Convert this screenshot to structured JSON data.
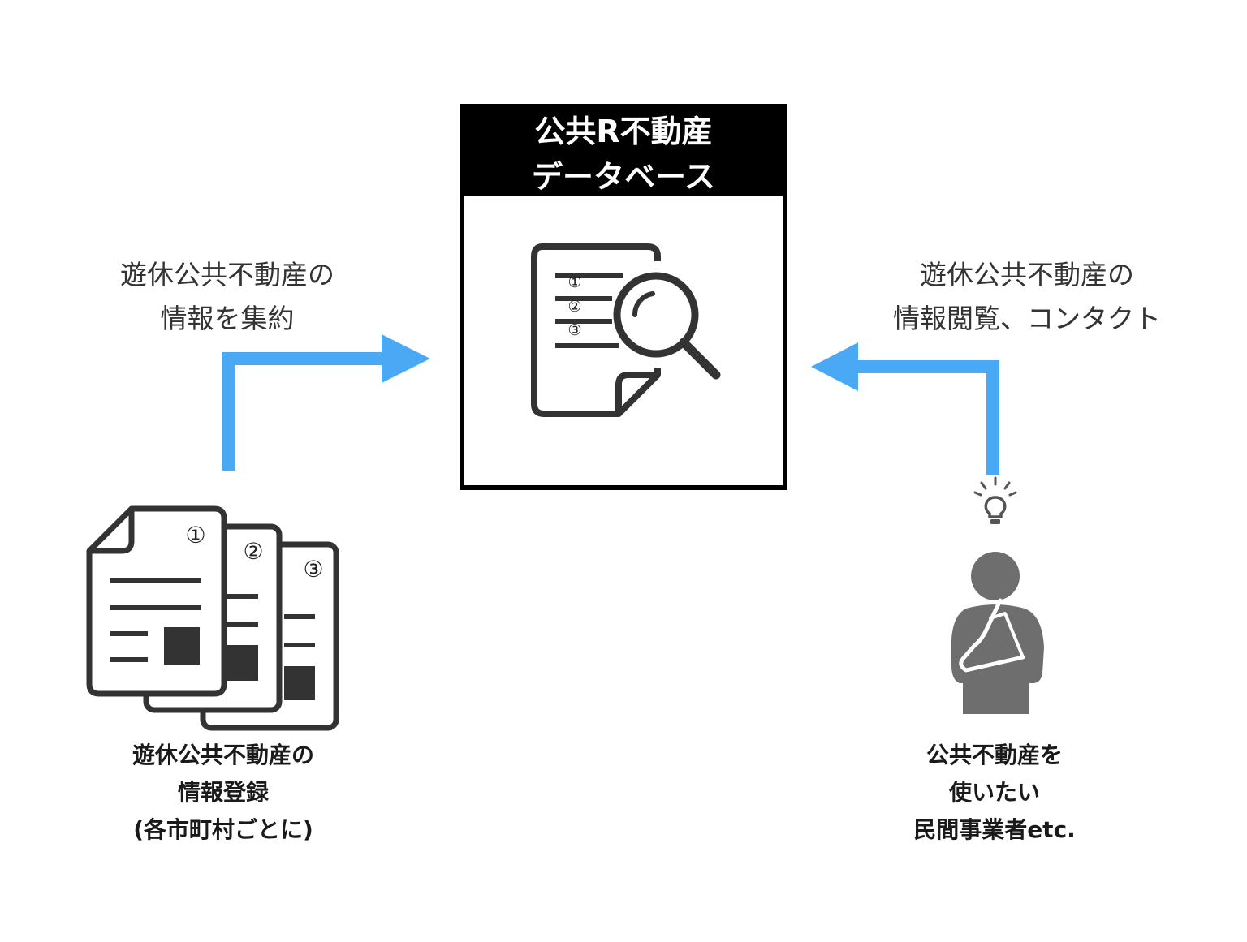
{
  "database": {
    "title_line1": "公共R不動産",
    "title_line2": "データベース",
    "doc_markers": [
      "①",
      "②",
      "③"
    ]
  },
  "left_arrow_caption": {
    "line1": "遊休公共不動産の",
    "line2": "情報を集約"
  },
  "right_arrow_caption": {
    "line1": "遊休公共不動産の",
    "line2": "情報閲覧、コンタクト"
  },
  "documents": {
    "markers": [
      "①",
      "②",
      "③"
    ],
    "label_line1": "遊休公共不動産の",
    "label_line2": "情報登録",
    "label_line3": "(各市町村ごとに)"
  },
  "user": {
    "label_line1": "公共不動産を",
    "label_line2": "使いたい",
    "label_line3": "民間事業者etc."
  },
  "colors": {
    "arrow": "#4aa9f5",
    "icon": "#333333",
    "person": "#6e6e6e"
  }
}
